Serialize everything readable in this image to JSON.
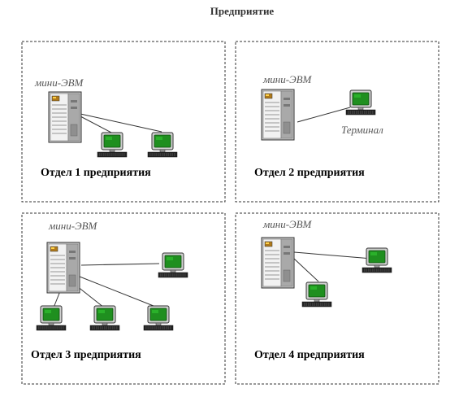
{
  "title": "Предприятие",
  "colors": {
    "screen": "#1f8f1f",
    "screen_glow": "#2fbf2f",
    "case_light": "#f2f2f2",
    "case_mid": "#c8c8c8",
    "case_dark": "#8a8a8a",
    "outline": "#333333"
  },
  "departments": [
    {
      "label": "Отдел 1 предприятия",
      "computer_label": "мини-ЭВМ",
      "terminal_label": ""
    },
    {
      "label": "Отдел 2 предприятия",
      "computer_label": "мини-ЭВМ",
      "terminal_label": "Терминал"
    },
    {
      "label": "Отдел 3 предприятия",
      "computer_label": "мини-ЭВМ",
      "terminal_label": ""
    },
    {
      "label": "Отдел 4 предприятия",
      "computer_label": "мини-ЭВМ",
      "terminal_label": ""
    }
  ]
}
